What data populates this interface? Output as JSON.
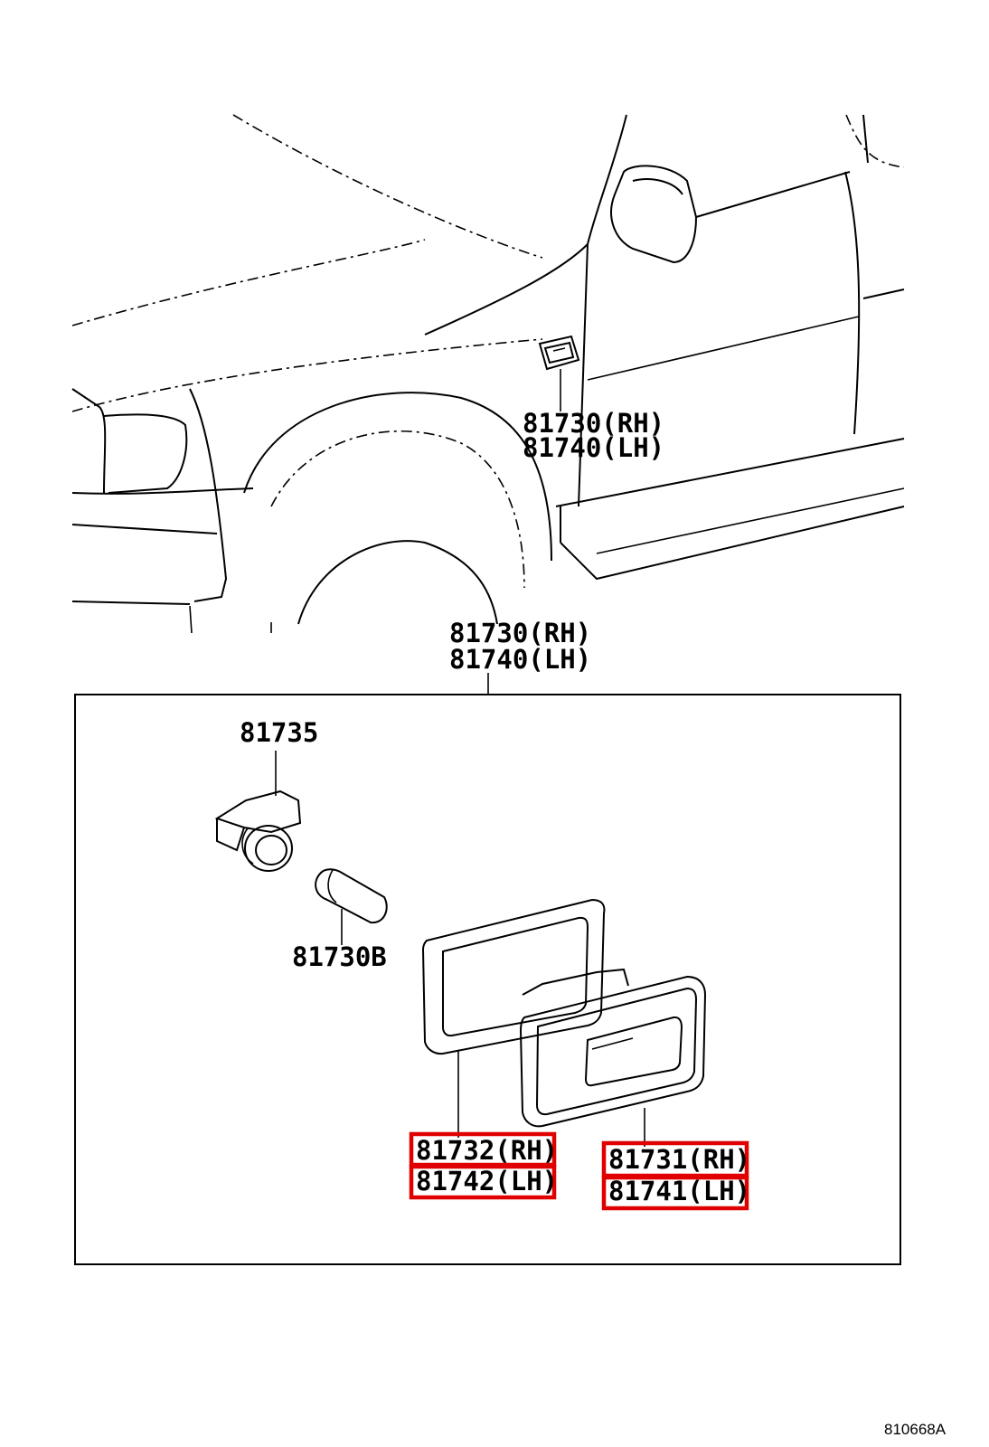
{
  "diagram_code": "810668A",
  "callouts": {
    "vehicle_marker": {
      "line1": "81730(RH)",
      "line2": "81740(LH)"
    },
    "assembly": {
      "line1": "81730(RH)",
      "line2": "81740(LH)"
    },
    "socket": "81735",
    "bulb": "81730B",
    "gasket": {
      "line1": "81732(RH)",
      "line2": "81742(LH)"
    },
    "lens": {
      "line1": "81731(RH)",
      "line2": "81741(LH)"
    }
  },
  "highlight_color": "#e00000"
}
